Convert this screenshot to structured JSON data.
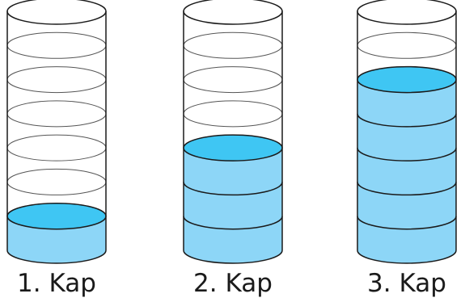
{
  "colors": {
    "water_side": "#8dd6f7",
    "water_surface": "#3fc6f3",
    "outline": "#1a1a1a",
    "level_line": "#555555",
    "background": "#ffffff"
  },
  "containers": [
    {
      "label": "1. Kap",
      "levels_total": 7,
      "levels_filled": 1
    },
    {
      "label": "2. Kap",
      "levels_total": 7,
      "levels_filled": 3
    },
    {
      "label": "3. Kap",
      "levels_total": 7,
      "levels_filled": 5
    }
  ]
}
